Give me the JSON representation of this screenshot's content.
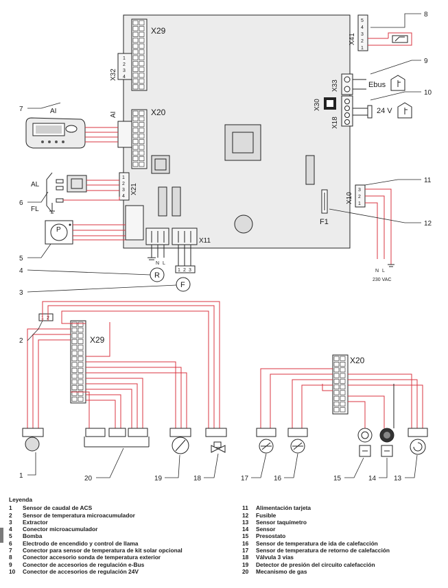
{
  "board": {
    "x29": "X29",
    "x20": "X20",
    "x32": "X32",
    "x41": "X41",
    "x33": "X33",
    "x30": "X30",
    "x18": "X18",
    "x10": "X10",
    "x21": "X21",
    "x11": "X11",
    "f1": "F1",
    "ai": "AI",
    "al": "AL",
    "fl": "FL",
    "ebus": "Ebus",
    "v24": "24 V",
    "n": "N",
    "l": "L",
    "vac": "230 VAC",
    "pump": "P",
    "r": "R",
    "f": "F",
    "pins4": [
      "1",
      "2",
      "3",
      "4"
    ],
    "pins5": [
      "5",
      "4",
      "3",
      "2",
      "1"
    ],
    "pins3": [
      "3",
      "2",
      "1"
    ]
  },
  "callouts": [
    "1",
    "2",
    "3",
    "4",
    "5",
    "6",
    "7",
    "8",
    "9",
    "10",
    "11",
    "12",
    "13",
    "14",
    "15",
    "16",
    "17",
    "18",
    "19",
    "20"
  ],
  "legend": {
    "title": "Leyenda",
    "left": [
      {
        "num": "1",
        "text": "Sensor de caudal de ACS"
      },
      {
        "num": "2",
        "text": "Sensor de temperatura microacumulador"
      },
      {
        "num": "3",
        "text": "Extractor"
      },
      {
        "num": "4",
        "text": "Conector microacumulador"
      },
      {
        "num": "5",
        "text": "Bomba"
      },
      {
        "num": "6",
        "text": "Electrodo de encendido y control de llama"
      },
      {
        "num": "7",
        "text": "Conector para sensor de temperatura de kit solar opcional"
      },
      {
        "num": "8",
        "text": "Conector accesorio sonda de temperatura exterior"
      },
      {
        "num": "9",
        "text": "Conector de accesorios de regulación e-Bus"
      },
      {
        "num": "10",
        "text": "Conector de accesorios de regulación 24V"
      }
    ],
    "right": [
      {
        "num": "11",
        "text": "Alimentación tarjeta"
      },
      {
        "num": "12",
        "text": "Fusible"
      },
      {
        "num": "13",
        "text": "Sensor taquímetro"
      },
      {
        "num": "14",
        "text": "Sensor"
      },
      {
        "num": "15",
        "text": "Presostato"
      },
      {
        "num": "16",
        "text": "Sensor de temperatura de ida de calefacción"
      },
      {
        "num": "17",
        "text": "Sensor de temperatura de retorno de calefacción"
      },
      {
        "num": "18",
        "text": "Válvula 3 vías"
      },
      {
        "num": "19",
        "text": "Detector de presión del circuito calefacción"
      },
      {
        "num": "20",
        "text": "Mecanismo de gas"
      }
    ]
  },
  "colors": {
    "wire": "#d9333f",
    "line": "#222222",
    "board": "#ececec",
    "component": "#e4e4e4"
  }
}
